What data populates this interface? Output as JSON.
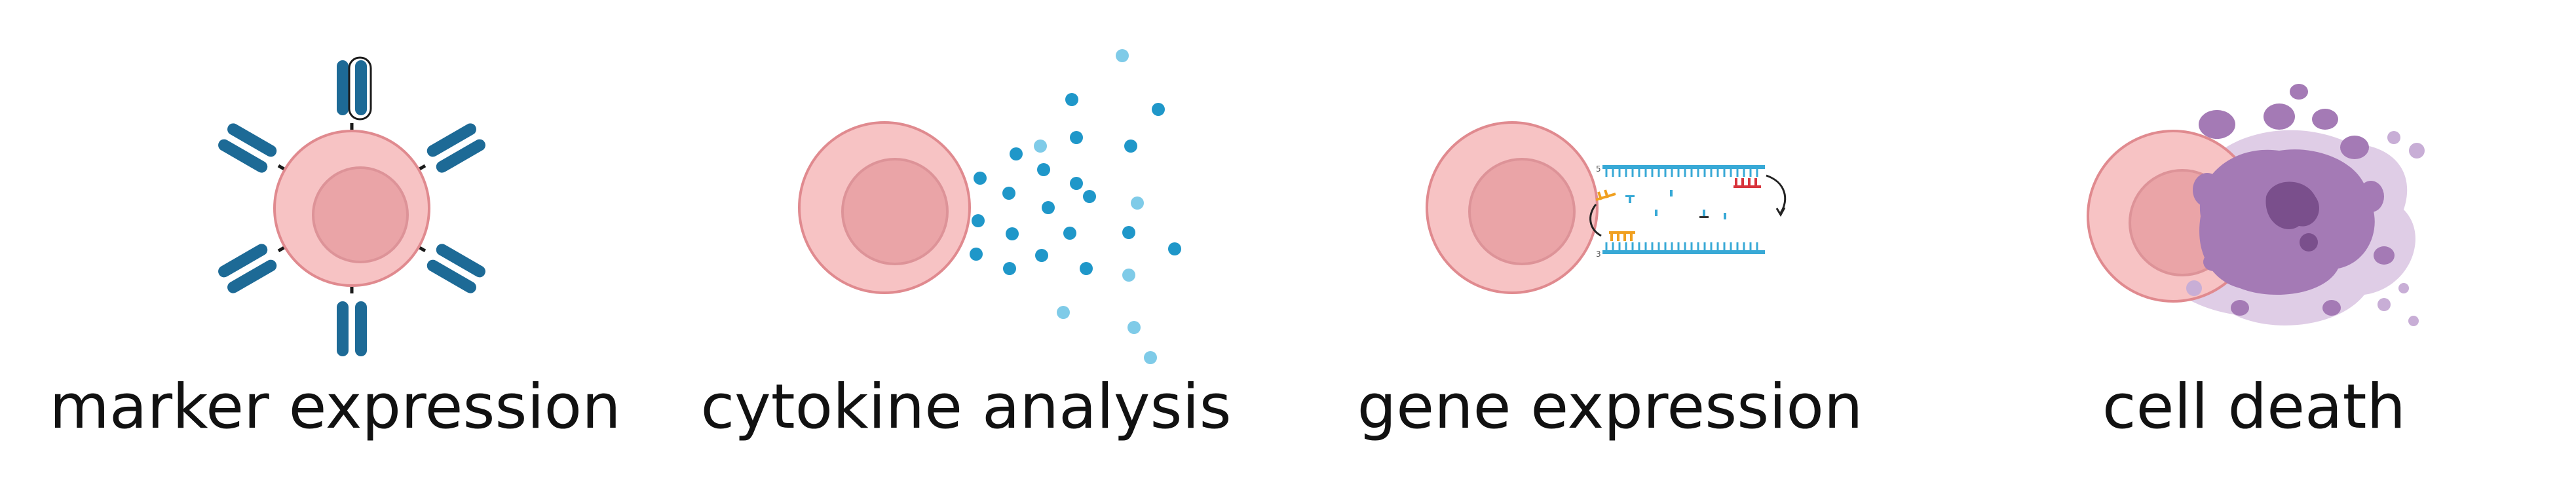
{
  "panels": [
    {
      "label": "marker expression",
      "icon": "cell-with-antibodies"
    },
    {
      "label": "cytokine analysis",
      "icon": "cell-releasing-cytokines"
    },
    {
      "label": "gene expression",
      "icon": "cell-with-dna-amplification"
    },
    {
      "label": "cell death",
      "icon": "dying-cell"
    }
  ],
  "colors": {
    "cell_outer": "#f7c3c4",
    "cell_inner": "#eaa4a7",
    "cell_stroke": "#e08a8f",
    "antibody": "#1d6a96",
    "cytokine": "#1f97c9",
    "cytokine_light": "#7fcbe8",
    "dna": "#38a9d6",
    "primer_orange": "#f0a020",
    "primer_red": "#d8343c",
    "death": "#a47ab5"
  }
}
